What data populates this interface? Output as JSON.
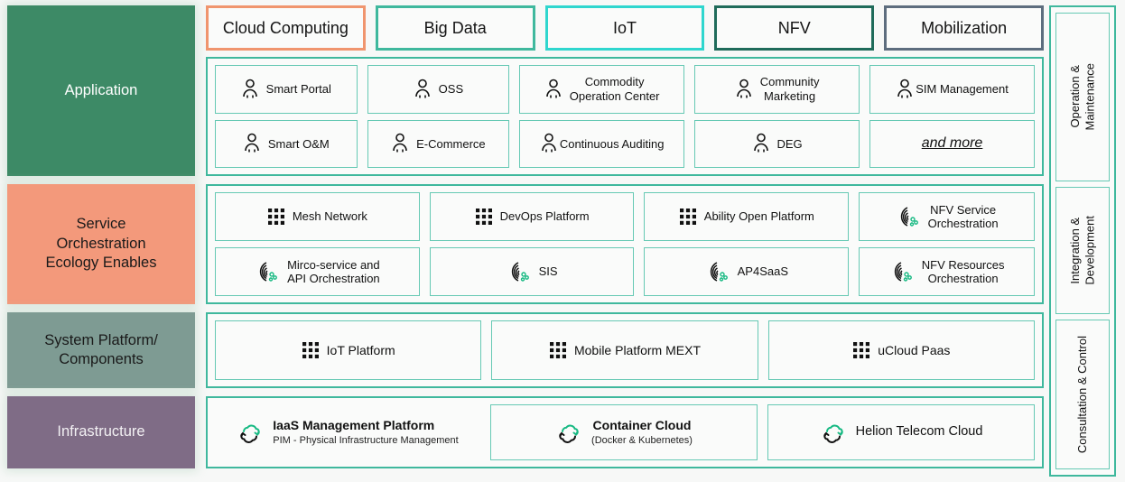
{
  "colors": {
    "application": "#3d8a66",
    "service": "#f3997b",
    "system": "#7e9b93",
    "infrastructure": "#7f6c86",
    "teal_border": "#3fb89d",
    "item_border": "#66c9b4",
    "cat_cloud": "#f0956e",
    "cat_bigdata": "#3fb89d",
    "cat_iot": "#2fd6ce",
    "cat_nfv": "#1f6b5a",
    "cat_mobilization": "#5d6d7e",
    "icon_accent": "#16b982"
  },
  "categories": [
    {
      "label": "Cloud Computing",
      "color": "#f0956e"
    },
    {
      "label": "Big Data",
      "color": "#3fb89d"
    },
    {
      "label": "IoT",
      "color": "#2fd6ce"
    },
    {
      "label": "NFV",
      "color": "#1f6b5a"
    },
    {
      "label": "Mobilization",
      "color": "#5d6d7e"
    }
  ],
  "layers": [
    {
      "name": "application",
      "label": "Application",
      "color": "#3d8a66",
      "rows": [
        [
          {
            "icon": "person-icon",
            "label": "Smart Portal"
          },
          {
            "icon": "person-icon",
            "label": "OSS"
          },
          {
            "icon": "person-icon",
            "label": "Commodity\nOperation Center"
          },
          {
            "icon": "person-icon",
            "label": "Community\nMarketing"
          },
          {
            "icon": "person-icon",
            "label": "SIM Management"
          }
        ],
        [
          {
            "icon": "person-icon",
            "label": "Smart O&M"
          },
          {
            "icon": "person-icon",
            "label": "E-Commerce"
          },
          {
            "icon": "person-icon",
            "label": "Continuous Auditing"
          },
          {
            "icon": "person-icon",
            "label": "DEG"
          },
          {
            "icon": "none",
            "label": "and more",
            "style": "italic"
          }
        ]
      ]
    },
    {
      "name": "service-orchestration",
      "label": "Service\nOrchestration\nEcology Enables",
      "color": "#f3997b",
      "rows": [
        [
          {
            "icon": "grid-dots-icon",
            "label": "Mesh Network"
          },
          {
            "icon": "grid-dots-icon",
            "label": "DevOps Platform"
          },
          {
            "icon": "grid-dots-icon",
            "label": "Ability Open Platform"
          },
          {
            "icon": "orchestration-icon",
            "label": "NFV Service\nOrchestration"
          }
        ],
        [
          {
            "icon": "orchestration-icon",
            "label": "Mirco-service and\nAPI Orchestration"
          },
          {
            "icon": "orchestration-icon",
            "label": "SIS"
          },
          {
            "icon": "orchestration-icon",
            "label": "AP4SaaS"
          },
          {
            "icon": "orchestration-icon",
            "label": "NFV Resources\nOrchestration"
          }
        ]
      ]
    },
    {
      "name": "system-platform",
      "label": "System Platform/\nComponents",
      "color": "#7e9b93",
      "rows": [
        [
          {
            "icon": "grid-dots-icon",
            "label": "IoT Platform"
          },
          {
            "icon": "grid-dots-icon",
            "label": "Mobile Platform MEXT"
          },
          {
            "icon": "grid-dots-icon",
            "label": "uCloud Paas"
          }
        ]
      ]
    },
    {
      "name": "infrastructure",
      "label": "Infrastructure",
      "color": "#7f6c86",
      "rows": [
        [
          {
            "icon": "cloud-cycle-icon",
            "title": "IaaS Management Platform",
            "subtitle": "PIM - Physical Infrastructure Management",
            "bordered": false
          },
          {
            "icon": "cloud-cycle-icon",
            "title": "Container Cloud",
            "subtitle": "(Docker & Kubernetes)",
            "bordered": true
          },
          {
            "icon": "cloud-cycle-icon",
            "title": "Helion Telecom Cloud",
            "subtitle": "",
            "bordered": true,
            "plain": true
          }
        ]
      ]
    }
  ],
  "sidebar": {
    "items": [
      {
        "label": "Operation &\nMaintenance"
      },
      {
        "label": "Integration &\nDevelopment"
      },
      {
        "label": "Consultation & Control"
      }
    ]
  }
}
